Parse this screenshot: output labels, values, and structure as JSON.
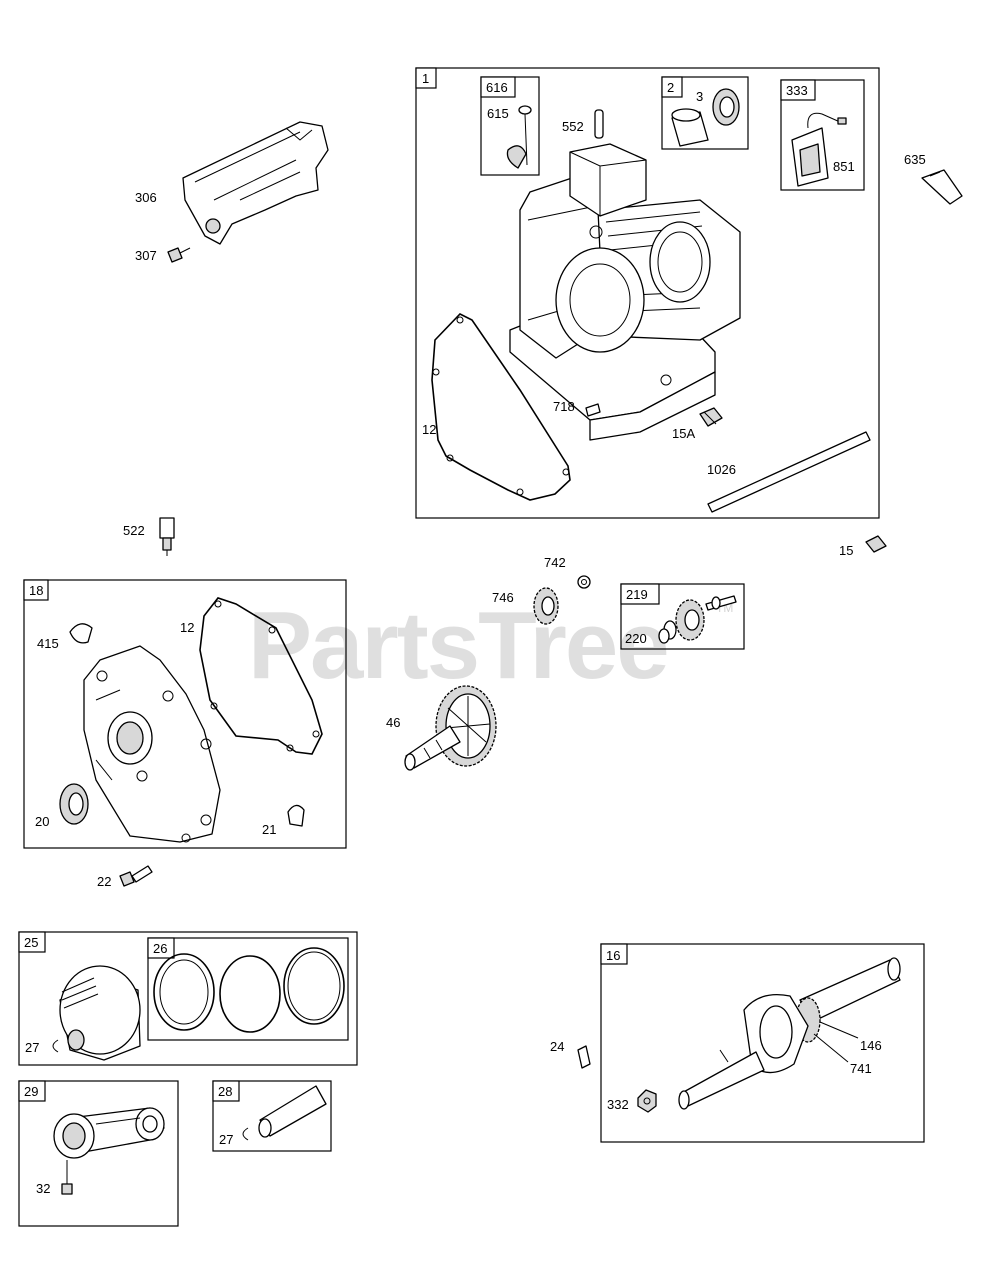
{
  "watermark": {
    "brand": "PartsTree",
    "tm": "TM"
  },
  "groups": [
    {
      "id": "g1",
      "tag": "1"
    },
    {
      "id": "g616",
      "tag": "616"
    },
    {
      "id": "g2",
      "tag": "2"
    },
    {
      "id": "g333",
      "tag": "333"
    },
    {
      "id": "g18",
      "tag": "18"
    },
    {
      "id": "g219",
      "tag": "219"
    },
    {
      "id": "g25",
      "tag": "25"
    },
    {
      "id": "g26",
      "tag": "26"
    },
    {
      "id": "g29",
      "tag": "29"
    },
    {
      "id": "g28",
      "tag": "28"
    },
    {
      "id": "g16",
      "tag": "16"
    }
  ],
  "callouts": [
    "306",
    "307",
    "616",
    "615",
    "552",
    "3",
    "851",
    "635",
    "12",
    "718",
    "15A",
    "1026",
    "522",
    "15",
    "742",
    "746",
    "220",
    "415",
    "46",
    "20",
    "21",
    "22",
    "27",
    "24",
    "146",
    "741",
    "332",
    "32"
  ],
  "labels": {
    "l306": "306",
    "l307": "307",
    "l615": "615",
    "l552": "552",
    "l3": "3",
    "l851": "851",
    "l635": "635",
    "l12a": "12",
    "l718": "718",
    "l15A": "15A",
    "l1026": "1026",
    "l522": "522",
    "l15": "15",
    "l742": "742",
    "l746": "746",
    "l220": "220",
    "l415": "415",
    "l12b": "12",
    "l46": "46",
    "l20": "20",
    "l21": "21",
    "l22": "22",
    "l27a": "27",
    "l27b": "27",
    "l24": "24",
    "l146": "146",
    "l741": "741",
    "l332": "332",
    "l32": "32"
  }
}
